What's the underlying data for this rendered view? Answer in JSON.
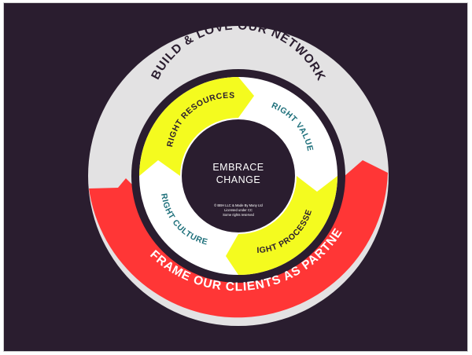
{
  "diagram": {
    "outer_ring": {
      "top": {
        "label": "BUILD & LOVE OUR NETWORK",
        "color": "#e3e2e3",
        "text_color": "#2a1d2f"
      },
      "bottom": {
        "label": "REFRAME OUR CLIENTS AS PARTNERS",
        "color": "#ff3636",
        "text_color": "#ffffff"
      }
    },
    "inner_ring": {
      "segments": [
        {
          "label": "RIGHT RESOURCES",
          "color": "#f4fb1f",
          "text_color": "#2a1d2f"
        },
        {
          "label": "RIGHT VALUES",
          "color": "#ffffff",
          "text_color": "#1d6f7a"
        },
        {
          "label": "RIGHT PROCESSES",
          "color": "#f4fb1f",
          "text_color": "#2a1d2f"
        },
        {
          "label": "RIGHT CULTURE",
          "color": "#ffffff",
          "text_color": "#1d6f7a"
        }
      ]
    },
    "center": {
      "line1": "EMBRACE",
      "line2": "CHANGE",
      "license_lines": [
        "© BBH LLC & Made By Many Ltd",
        "Licensed under CC",
        "Some rights reserved"
      ]
    },
    "background_color": "#2a1d2f"
  }
}
